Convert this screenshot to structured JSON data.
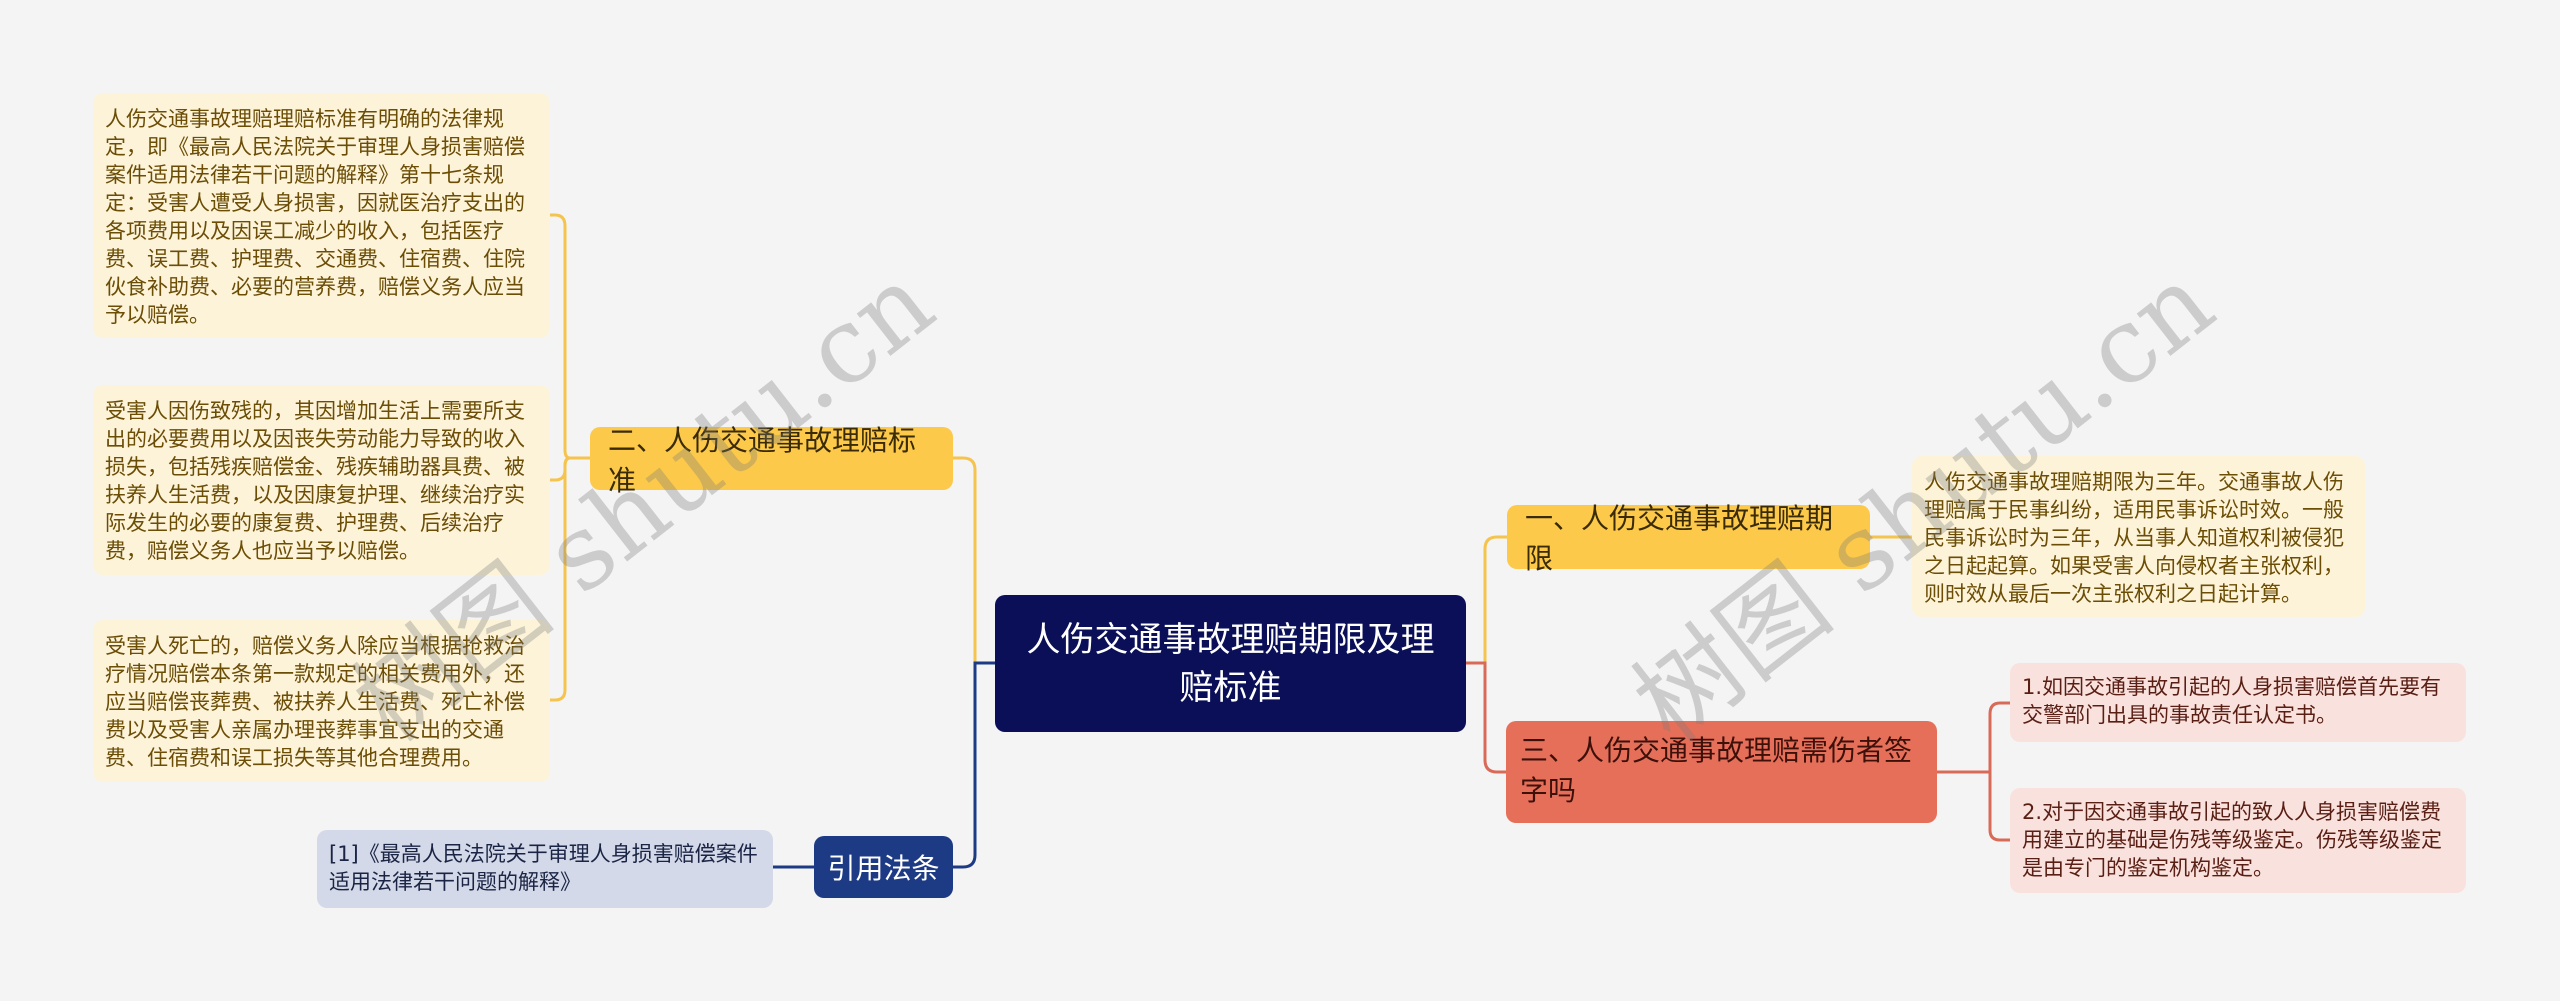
{
  "center": {
    "title": "人伤交通事故理赔期限及理赔标准"
  },
  "branches": {
    "one": {
      "label": "一、人伤交通事故理赔期限",
      "leaves": [
        "人伤交通事故理赔期限为三年。交通事故人伤理赔属于民事纠纷，适用民事诉讼时效。一般民事诉讼时为三年，从当事人知道权利被侵犯之日起起算。如果受害人向侵权者主张权利，则时效从最后一次主张权利之日起计算。"
      ]
    },
    "two": {
      "label": "二、人伤交通事故理赔标准",
      "leaves": [
        "人伤交通事故理赔理赔标准有明确的法律规定，即《最高人民法院关于审理人身损害赔偿案件适用法律若干问题的解释》第十七条规定：受害人遭受人身损害，因就医治疗支出的各项费用以及因误工减少的收入，包括医疗费、误工费、护理费、交通费、住宿费、住院伙食补助费、必要的营养费，赔偿义务人应当予以赔偿。",
        "受害人因伤致残的，其因增加生活上需要所支出的必要费用以及因丧失劳动能力导致的收入损失，包括残疾赔偿金、残疾辅助器具费、被扶养人生活费，以及因康复护理、继续治疗实际发生的必要的康复费、护理费、后续治疗费，赔偿义务人也应当予以赔偿。",
        "受害人死亡的，赔偿义务人除应当根据抢救治疗情况赔偿本条第一款规定的相关费用外，还应当赔偿丧葬费、被扶养人生活费、死亡补偿费以及受害人亲属办理丧葬事宜支出的交通费、住宿费和误工损失等其他合理费用。"
      ]
    },
    "three": {
      "label": "三、人伤交通事故理赔需伤者签字吗",
      "leaves": [
        "1.如因交通事故引起的人身损害赔偿首先要有交警部门出具的事故责任认定书。",
        "2.对于因交通事故引起的致人人身损害赔偿费用建立的基础是伤残等级鉴定。伤残等级鉴定是由专门的鉴定机构鉴定。"
      ]
    },
    "citation": {
      "label": "引用法条",
      "leaves": [
        "[1]《最高人民法院关于审理人身损害赔偿案件适用法律若干问题的解释》"
      ]
    }
  },
  "watermarks": [
    "树图 shutu.cn",
    "树图 shutu.cn"
  ],
  "colors": {
    "center": "#0a0f58",
    "branch_yellow": "#fcc94a",
    "branch_red": "#e66f5a",
    "branch_blue": "#1d3a85",
    "leaf_yellow": "#fdf3d9",
    "leaf_red": "#f9e1dd",
    "leaf_blue": "#d3d9e8",
    "background": "#f4f4f4"
  }
}
